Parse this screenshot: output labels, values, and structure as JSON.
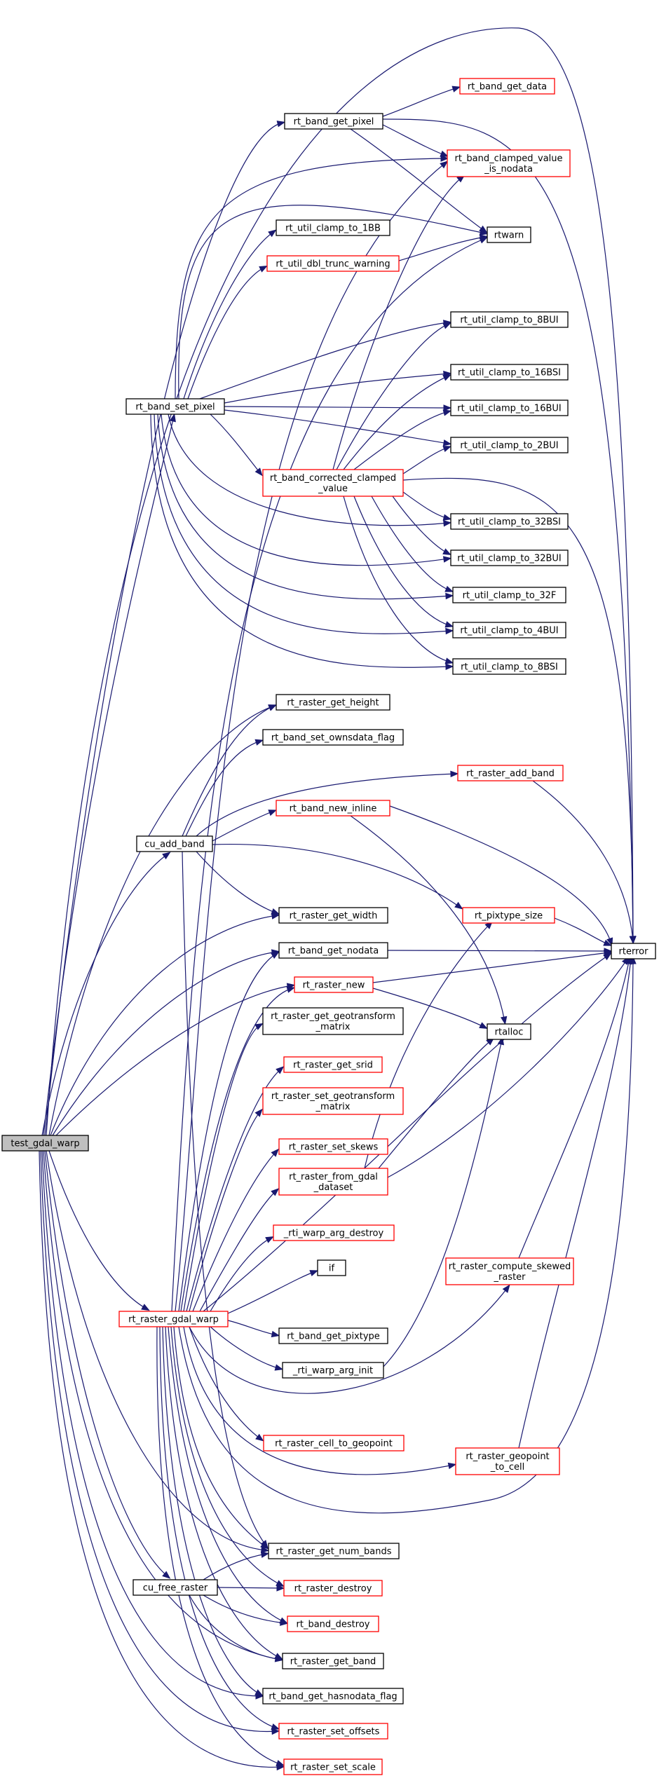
{
  "colors": {
    "edge": "#191970",
    "node_border_default": "#000000",
    "node_border_truncated": "#ff0000",
    "root_fill": "#bfbfbf",
    "node_fill": "#ffffff"
  },
  "nodes": {
    "test_gdal_warp": {
      "label": [
        "test_gdal_warp"
      ],
      "style": "root"
    },
    "rt_band_get_data": {
      "label": [
        "rt_band_get_data"
      ],
      "style": "truncated"
    },
    "rt_band_get_pixel": {
      "label": [
        "rt_band_get_pixel"
      ],
      "style": "default"
    },
    "rt_band_clamped_value_is_nodata": {
      "label": [
        "rt_band_clamped_value",
        "_is_nodata"
      ],
      "style": "truncated"
    },
    "rtwarn": {
      "label": [
        "rtwarn"
      ],
      "style": "default"
    },
    "rt_util_clamp_to_1BB": {
      "label": [
        "rt_util_clamp_to_1BB"
      ],
      "style": "default"
    },
    "rt_util_dbl_trunc_warning": {
      "label": [
        "rt_util_dbl_trunc_warning"
      ],
      "style": "truncated"
    },
    "rt_util_clamp_to_8BUI": {
      "label": [
        "rt_util_clamp_to_8BUI"
      ],
      "style": "default"
    },
    "rt_band_set_pixel": {
      "label": [
        "rt_band_set_pixel"
      ],
      "style": "default"
    },
    "rt_util_clamp_to_16BSI": {
      "label": [
        "rt_util_clamp_to_16BSI"
      ],
      "style": "default"
    },
    "rt_util_clamp_to_16BUI": {
      "label": [
        "rt_util_clamp_to_16BUI"
      ],
      "style": "default"
    },
    "rt_util_clamp_to_2BUI": {
      "label": [
        "rt_util_clamp_to_2BUI"
      ],
      "style": "default"
    },
    "rt_band_corrected_clamped_value": {
      "label": [
        "rt_band_corrected_clamped",
        "_value"
      ],
      "style": "truncated"
    },
    "rt_util_clamp_to_32BSI": {
      "label": [
        "rt_util_clamp_to_32BSI"
      ],
      "style": "default"
    },
    "rt_util_clamp_to_32BUI": {
      "label": [
        "rt_util_clamp_to_32BUI"
      ],
      "style": "default"
    },
    "rt_util_clamp_to_32F": {
      "label": [
        "rt_util_clamp_to_32F"
      ],
      "style": "default"
    },
    "rt_util_clamp_to_4BUI": {
      "label": [
        "rt_util_clamp_to_4BUI"
      ],
      "style": "default"
    },
    "rt_util_clamp_to_8BSI": {
      "label": [
        "rt_util_clamp_to_8BSI"
      ],
      "style": "default"
    },
    "rt_raster_get_height": {
      "label": [
        "rt_raster_get_height"
      ],
      "style": "default"
    },
    "rt_band_set_ownsdata_flag": {
      "label": [
        "rt_band_set_ownsdata_flag"
      ],
      "style": "default"
    },
    "rt_raster_add_band": {
      "label": [
        "rt_raster_add_band"
      ],
      "style": "truncated"
    },
    "rt_band_new_inline": {
      "label": [
        "rt_band_new_inline"
      ],
      "style": "truncated"
    },
    "cu_add_band": {
      "label": [
        "cu_add_band"
      ],
      "style": "default"
    },
    "rt_raster_get_width": {
      "label": [
        "rt_raster_get_width"
      ],
      "style": "default"
    },
    "rt_pixtype_size": {
      "label": [
        "rt_pixtype_size"
      ],
      "style": "truncated"
    },
    "rt_band_get_nodata": {
      "label": [
        "rt_band_get_nodata"
      ],
      "style": "default"
    },
    "rterror": {
      "label": [
        "rterror"
      ],
      "style": "default"
    },
    "rt_raster_new": {
      "label": [
        "rt_raster_new"
      ],
      "style": "truncated"
    },
    "rt_raster_get_geotransform_matrix": {
      "label": [
        "rt_raster_get_geotransform",
        "_matrix"
      ],
      "style": "default"
    },
    "rtalloc": {
      "label": [
        "rtalloc"
      ],
      "style": "default"
    },
    "rt_raster_get_srid": {
      "label": [
        "rt_raster_get_srid"
      ],
      "style": "truncated"
    },
    "rt_raster_set_geotransform_matrix": {
      "label": [
        "rt_raster_set_geotransform",
        "_matrix"
      ],
      "style": "truncated"
    },
    "rt_raster_set_skews": {
      "label": [
        "rt_raster_set_skews"
      ],
      "style": "truncated"
    },
    "rt_raster_from_gdal_dataset": {
      "label": [
        "rt_raster_from_gdal",
        "_dataset"
      ],
      "style": "truncated"
    },
    "_rti_warp_arg_destroy": {
      "label": [
        "_rti_warp_arg_destroy"
      ],
      "style": "truncated"
    },
    "if": {
      "label": [
        "if"
      ],
      "style": "default"
    },
    "rt_raster_compute_skewed_raster": {
      "label": [
        "rt_raster_compute_skewed",
        "_raster"
      ],
      "style": "truncated"
    },
    "rt_raster_gdal_warp": {
      "label": [
        "rt_raster_gdal_warp"
      ],
      "style": "truncated"
    },
    "rt_band_get_pixtype": {
      "label": [
        "rt_band_get_pixtype"
      ],
      "style": "default"
    },
    "_rti_warp_arg_init": {
      "label": [
        "_rti_warp_arg_init"
      ],
      "style": "default"
    },
    "rt_raster_cell_to_geopoint": {
      "label": [
        "rt_raster_cell_to_geopoint"
      ],
      "style": "truncated"
    },
    "rt_raster_geopoint_to_cell": {
      "label": [
        "rt_raster_geopoint",
        "_to_cell"
      ],
      "style": "truncated"
    },
    "rt_raster_get_num_bands": {
      "label": [
        "rt_raster_get_num_bands"
      ],
      "style": "default"
    },
    "cu_free_raster": {
      "label": [
        "cu_free_raster"
      ],
      "style": "default"
    },
    "rt_raster_destroy": {
      "label": [
        "rt_raster_destroy"
      ],
      "style": "truncated"
    },
    "rt_band_destroy": {
      "label": [
        "rt_band_destroy"
      ],
      "style": "truncated"
    },
    "rt_raster_get_band": {
      "label": [
        "rt_raster_get_band"
      ],
      "style": "default"
    },
    "rt_band_get_hasnodata_flag": {
      "label": [
        "rt_band_get_hasnodata_flag"
      ],
      "style": "default"
    },
    "rt_raster_set_offsets": {
      "label": [
        "rt_raster_set_offsets"
      ],
      "style": "truncated"
    },
    "rt_raster_set_scale": {
      "label": [
        "rt_raster_set_scale"
      ],
      "style": "truncated"
    }
  }
}
